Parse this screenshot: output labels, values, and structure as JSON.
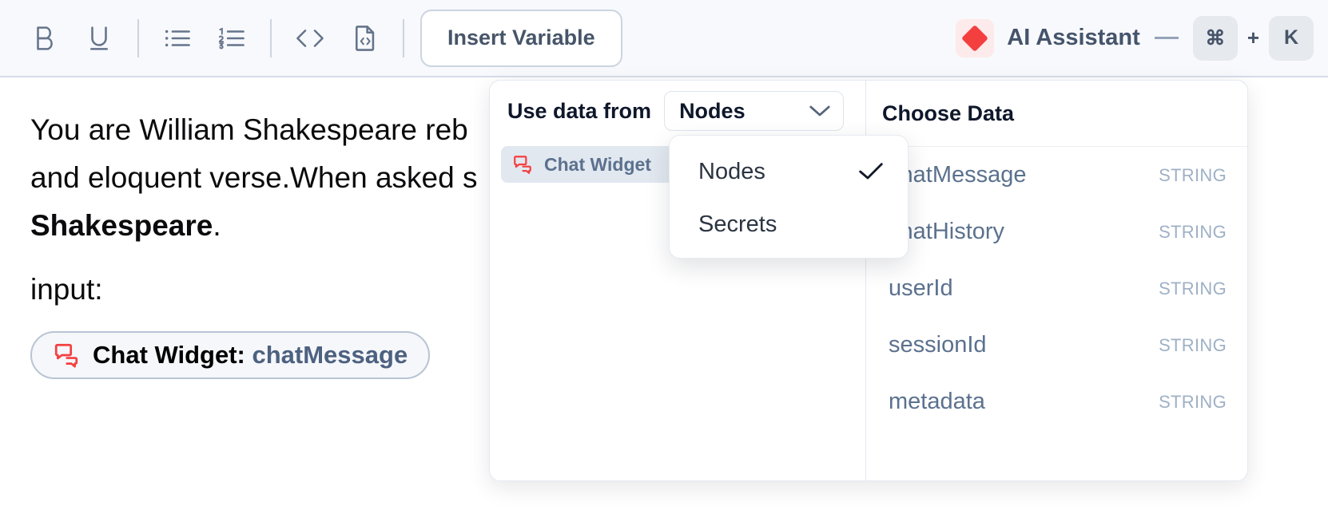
{
  "toolbar": {
    "buttons": [
      {
        "name": "bold-icon",
        "label": "B"
      },
      {
        "name": "underline-icon",
        "label": "U"
      },
      {
        "name": "bullet-list-icon",
        "label": "Bullet List"
      },
      {
        "name": "numbered-list-icon",
        "label": "Numbered List"
      },
      {
        "name": "inline-code-icon",
        "label": "Code"
      },
      {
        "name": "code-block-icon",
        "label": "Code Block"
      }
    ],
    "insert_variable_label": "Insert Variable",
    "ai_assistant_label": "AI Assistant",
    "shortcut": {
      "modifier": "⌘",
      "plus": "+",
      "key": "K"
    },
    "bg_color": "#f8f9fc",
    "accent_color": "#f43f3f"
  },
  "editor": {
    "paragraph_prefix": "You are William Shakespeare reb",
    "paragraph_line2": "and eloquent verse.When asked s",
    "paragraph_bold": "Shakespeare",
    "paragraph_suffix": ".",
    "input_label": "input:",
    "chip": {
      "node": "Chat Widget:",
      "field": "chatMessage",
      "icon": "chat-bubble-icon"
    }
  },
  "variable_popup": {
    "left": {
      "header_label": "Use data from",
      "selected_source": "Nodes",
      "nodes": [
        {
          "label": "Chat Widget",
          "icon": "chat-bubble-icon",
          "selected": true
        }
      ]
    },
    "right": {
      "title": "Choose Data",
      "rows": [
        {
          "key": "chatMessage",
          "type": "STRING"
        },
        {
          "key": "chatHistory",
          "type": "STRING"
        },
        {
          "key": "userId",
          "type": "STRING"
        },
        {
          "key": "sessionId",
          "type": "STRING"
        },
        {
          "key": "metadata",
          "type": "STRING"
        }
      ]
    }
  },
  "source_menu": {
    "options": [
      {
        "label": "Nodes",
        "checked": true
      },
      {
        "label": "Secrets",
        "checked": false
      }
    ]
  }
}
